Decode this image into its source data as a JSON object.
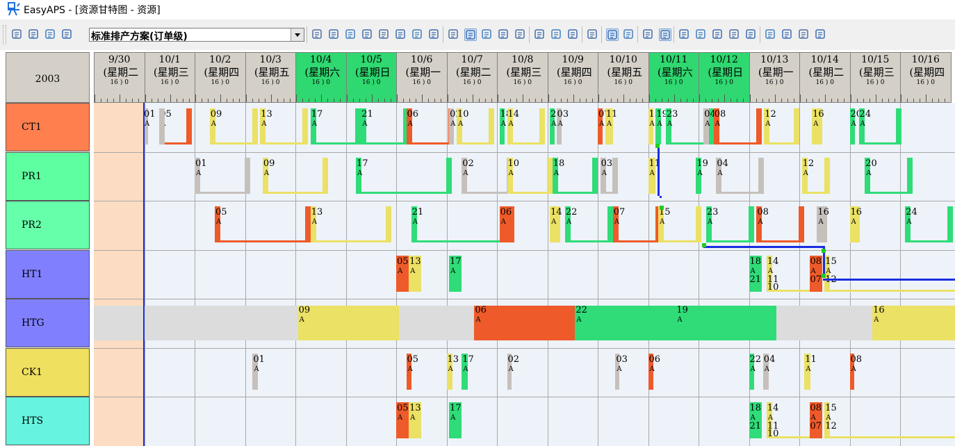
{
  "window": {
    "title": "EasyAPS - [资源甘特图 - 资源]"
  },
  "toolbar": {
    "plan_select": {
      "value": "标准排产方案(订单级)"
    },
    "icons": [
      "save-icon",
      "print-icon",
      "print-preview-icon",
      "page-setup-icon",
      "refresh-icon",
      "list-icon",
      "copy-icon",
      "indent-icon",
      "filter-icon",
      "align-icon",
      "schedule-icon",
      "legend-icon",
      "resource-icon",
      "view1-icon",
      "view2-icon",
      "view3-icon",
      "view4-icon",
      "task1-icon",
      "task2-icon",
      "layers-icon",
      "edit-icon",
      "grid1-icon",
      "grid2-icon",
      "justify-icon",
      "chart-icon",
      "bar-icon",
      "area-icon",
      "line-icon",
      "home-icon",
      "info-icon",
      "bell-icon",
      "doc-icon",
      "psi-icon",
      "report-icon"
    ]
  },
  "gantt": {
    "year": "2003",
    "dates": [
      {
        "d": "9/30",
        "w": "(星期二",
        "weekend": false
      },
      {
        "d": "10/1",
        "w": "(星期三",
        "weekend": false
      },
      {
        "d": "10/2",
        "w": "(星期四",
        "weekend": false
      },
      {
        "d": "10/3",
        "w": "(星期五",
        "weekend": false
      },
      {
        "d": "10/4",
        "w": "(星期六",
        "weekend": true
      },
      {
        "d": "10/5",
        "w": "(星期日",
        "weekend": true
      },
      {
        "d": "10/6",
        "w": "(星期一",
        "weekend": false
      },
      {
        "d": "10/7",
        "w": "(星期二",
        "weekend": false
      },
      {
        "d": "10/8",
        "w": "(星期三",
        "weekend": false
      },
      {
        "d": "10/9",
        "w": "(星期四",
        "weekend": false
      },
      {
        "d": "10/10",
        "w": "(星期五",
        "weekend": false
      },
      {
        "d": "10/11",
        "w": "(星期六",
        "weekend": true
      },
      {
        "d": "10/12",
        "w": "(星期日",
        "weekend": true
      },
      {
        "d": "10/13",
        "w": "(星期一",
        "weekend": false
      },
      {
        "d": "10/14",
        "w": "(星期二",
        "weekend": false
      },
      {
        "d": "10/15",
        "w": "(星期三",
        "weekend": false
      },
      {
        "d": "10/16",
        "w": "(星期四",
        "weekend": false
      }
    ],
    "hour_marks": "16 ) 0",
    "resources": [
      {
        "name": "CT1",
        "color": "#ff7f4f"
      },
      {
        "name": "PR1",
        "color": "#5effa0"
      },
      {
        "name": "PR2",
        "color": "#66ffaa"
      },
      {
        "name": "HT1",
        "color": "#8080ff"
      },
      {
        "name": "HTG",
        "color": "#8080ff"
      },
      {
        "name": "CK1",
        "color": "#f0e060"
      },
      {
        "name": "HTS",
        "color": "#66f4e0"
      }
    ],
    "tasks": {
      "CT1": [
        {
          "t": 0.98,
          "w": 0.1,
          "label": "01",
          "c": "gray"
        },
        {
          "t": 1.3,
          "w": 0.65,
          "label": "05",
          "c": "red"
        },
        {
          "t": 1.3,
          "w": 0.1,
          "label": "",
          "c": "gray"
        },
        {
          "t": 2.3,
          "w": 0.95,
          "label": "09",
          "c": "yellow"
        },
        {
          "t": 3.3,
          "w": 0.95,
          "label": "13",
          "c": "yellow"
        },
        {
          "t": 4.3,
          "w": 1.0,
          "label": "17",
          "c": "green"
        },
        {
          "t": 5.3,
          "w": 0.95,
          "label": "21",
          "c": "green"
        },
        {
          "t": 6.2,
          "w": 0.95,
          "label": "06",
          "c": "red"
        },
        {
          "t": 7.05,
          "w": 0.1,
          "label": "02",
          "c": "gray"
        },
        {
          "t": 7.2,
          "w": 0.75,
          "label": "10",
          "c": "yellow"
        },
        {
          "t": 8.05,
          "w": 0.1,
          "label": "18",
          "c": "green"
        },
        {
          "t": 8.2,
          "w": 0.75,
          "label": "14",
          "c": "yellow"
        },
        {
          "t": 9.05,
          "w": 0.1,
          "label": "22",
          "c": "green"
        },
        {
          "t": 9.18,
          "w": 0.1,
          "label": "03",
          "c": "gray"
        },
        {
          "t": 10.0,
          "w": 0.1,
          "label": "07",
          "c": "red"
        },
        {
          "t": 10.15,
          "w": 0.15,
          "label": "11",
          "c": "yellow"
        },
        {
          "t": 11.0,
          "w": 0.1,
          "label": "15",
          "c": "yellow"
        },
        {
          "t": 11.15,
          "w": 0.1,
          "label": "19",
          "c": "green"
        },
        {
          "t": 11.35,
          "w": 0.95,
          "label": "23",
          "c": "green"
        },
        {
          "t": 12.1,
          "w": 0.1,
          "label": "04",
          "c": "gray"
        },
        {
          "t": 12.3,
          "w": 0.95,
          "label": "08",
          "c": "red"
        },
        {
          "t": 13.3,
          "w": 0.7,
          "label": "12",
          "c": "yellow"
        },
        {
          "t": 14.25,
          "w": 0.2,
          "label": "16",
          "c": "yellow"
        },
        {
          "t": 15.0,
          "w": 0.1,
          "label": "20",
          "c": "green"
        },
        {
          "t": 15.18,
          "w": 0.85,
          "label": "24",
          "c": "green"
        }
      ],
      "PR1": [
        {
          "t": 2.0,
          "w": 1.1,
          "label": "01",
          "c": "gray"
        },
        {
          "t": 3.35,
          "w": 1.3,
          "label": "09",
          "c": "yellow"
        },
        {
          "t": 5.2,
          "w": 1.9,
          "label": "17",
          "c": "green"
        },
        {
          "t": 7.3,
          "w": 1.0,
          "label": "02",
          "c": "gray"
        },
        {
          "t": 8.2,
          "w": 0.9,
          "label": "10",
          "c": "yellow"
        },
        {
          "t": 9.1,
          "w": 0.9,
          "label": "18",
          "c": "green"
        },
        {
          "t": 10.05,
          "w": 0.35,
          "label": "03",
          "c": "gray"
        },
        {
          "t": 11.0,
          "w": 0.15,
          "label": "11",
          "c": "yellow"
        },
        {
          "t": 11.95,
          "w": 0.1,
          "label": "19",
          "c": "green"
        },
        {
          "t": 12.35,
          "w": 0.95,
          "label": "04",
          "c": "gray"
        },
        {
          "t": 14.05,
          "w": 0.55,
          "label": "12",
          "c": "yellow"
        },
        {
          "t": 15.3,
          "w": 0.95,
          "label": "20",
          "c": "green"
        }
      ],
      "PR2": [
        {
          "t": 2.4,
          "w": 1.9,
          "label": "05",
          "c": "red"
        },
        {
          "t": 4.3,
          "w": 1.6,
          "label": "13",
          "c": "yellow"
        },
        {
          "t": 6.3,
          "w": 1.9,
          "label": "21",
          "c": "green"
        },
        {
          "t": 8.05,
          "w": 0.3,
          "label": "06",
          "c": "red"
        },
        {
          "t": 9.05,
          "w": 0.2,
          "label": "14",
          "c": "yellow"
        },
        {
          "t": 9.35,
          "w": 0.95,
          "label": "22",
          "c": "green"
        },
        {
          "t": 10.3,
          "w": 0.95,
          "label": "07",
          "c": "red"
        },
        {
          "t": 11.2,
          "w": 0.85,
          "label": "15",
          "c": "yellow"
        },
        {
          "t": 12.15,
          "w": 0.95,
          "label": "23",
          "c": "green"
        },
        {
          "t": 13.15,
          "w": 0.95,
          "label": "08",
          "c": "red"
        },
        {
          "t": 14.35,
          "w": 0.2,
          "label": "16",
          "c": "gray"
        },
        {
          "t": 15.0,
          "w": 0.2,
          "label": "16",
          "c": "yellow"
        },
        {
          "t": 16.1,
          "w": 0.95,
          "label": "24",
          "c": "green"
        }
      ],
      "HT1": [
        {
          "t": 6.0,
          "w": 0.25,
          "label": "05",
          "c": "red"
        },
        {
          "t": 6.25,
          "w": 0.25,
          "label": "13",
          "c": "yellow"
        },
        {
          "t": 7.05,
          "w": 0.25,
          "label": "17",
          "c": "green"
        },
        {
          "t": 13.0,
          "w": 0.25,
          "label": "18",
          "c": "green"
        },
        {
          "t": 13.35,
          "w": 1.0,
          "label": "14",
          "c": "yellow"
        },
        {
          "t": 14.2,
          "w": 0.25,
          "label": "08",
          "c": "red"
        },
        {
          "t": 14.5,
          "w": 3.0,
          "label": "15",
          "c": "yellow"
        }
      ],
      "HTG": [
        {
          "t": 4.05,
          "w": 2.0,
          "label": "09",
          "c": "yellow"
        },
        {
          "t": 7.55,
          "w": 2.0,
          "label": "06",
          "c": "red"
        },
        {
          "t": 9.55,
          "w": 2.0,
          "label": "22",
          "c": "green"
        },
        {
          "t": 11.55,
          "w": 2.0,
          "label": "19",
          "c": "green"
        },
        {
          "t": 15.45,
          "w": 2.0,
          "label": "16",
          "c": "yellow"
        }
      ],
      "CK1": [
        {
          "t": 3.15,
          "w": 0.1,
          "label": "01",
          "c": "gray"
        },
        {
          "t": 6.2,
          "w": 0.1,
          "label": "05",
          "c": "red"
        },
        {
          "t": 7.0,
          "w": 0.12,
          "label": "13",
          "c": "yellow"
        },
        {
          "t": 7.3,
          "w": 0.12,
          "label": "17",
          "c": "green"
        },
        {
          "t": 8.2,
          "w": 0.05,
          "label": "02",
          "c": "gray"
        },
        {
          "t": 10.35,
          "w": 0.05,
          "label": "03",
          "c": "gray"
        },
        {
          "t": 11.0,
          "w": 0.1,
          "label": "06",
          "c": "red"
        },
        {
          "t": 13.0,
          "w": 0.1,
          "label": "22",
          "c": "green"
        },
        {
          "t": 13.28,
          "w": 0.12,
          "label": "04",
          "c": "gray"
        },
        {
          "t": 14.1,
          "w": 0.12,
          "label": "11",
          "c": "yellow"
        },
        {
          "t": 15.0,
          "w": 0.08,
          "label": "08",
          "c": "red"
        }
      ],
      "HTS": [
        {
          "t": 6.0,
          "w": 0.25,
          "label": "05",
          "c": "red"
        },
        {
          "t": 6.25,
          "w": 0.25,
          "label": "13",
          "c": "yellow"
        },
        {
          "t": 7.05,
          "w": 0.25,
          "label": "17",
          "c": "green"
        },
        {
          "t": 13.0,
          "w": 0.25,
          "label": "18",
          "c": "green"
        },
        {
          "t": 13.35,
          "w": 1.0,
          "label": "14",
          "c": "yellow"
        },
        {
          "t": 14.2,
          "w": 0.25,
          "label": "08",
          "c": "red"
        },
        {
          "t": 14.5,
          "w": 3.0,
          "label": "15",
          "c": "yellow"
        }
      ]
    },
    "secondary_labels": {
      "HT1": [
        {
          "t": 13.0,
          "label": "21"
        },
        {
          "t": 13.35,
          "label": "11"
        },
        {
          "t": 13.35,
          "label": "10",
          "low": true
        },
        {
          "t": 14.2,
          "label": "07"
        },
        {
          "t": 14.5,
          "label": "12"
        }
      ],
      "HTS": [
        {
          "t": 13.0,
          "label": "21"
        },
        {
          "t": 13.35,
          "label": "11"
        },
        {
          "t": 13.35,
          "label": "10",
          "low": true
        },
        {
          "t": 14.2,
          "label": "07"
        },
        {
          "t": 14.5,
          "label": "12"
        }
      ]
    },
    "task_sub": "A",
    "colors": {
      "red": "#ee5a2a",
      "yellow": "#ebe165",
      "green": "#2fdc78",
      "gray": "#c6c0bc",
      "weekend": "#2fd870",
      "link": "#1a2de0",
      "now": "#1a2de0",
      "today": "#fcdcc2"
    }
  }
}
